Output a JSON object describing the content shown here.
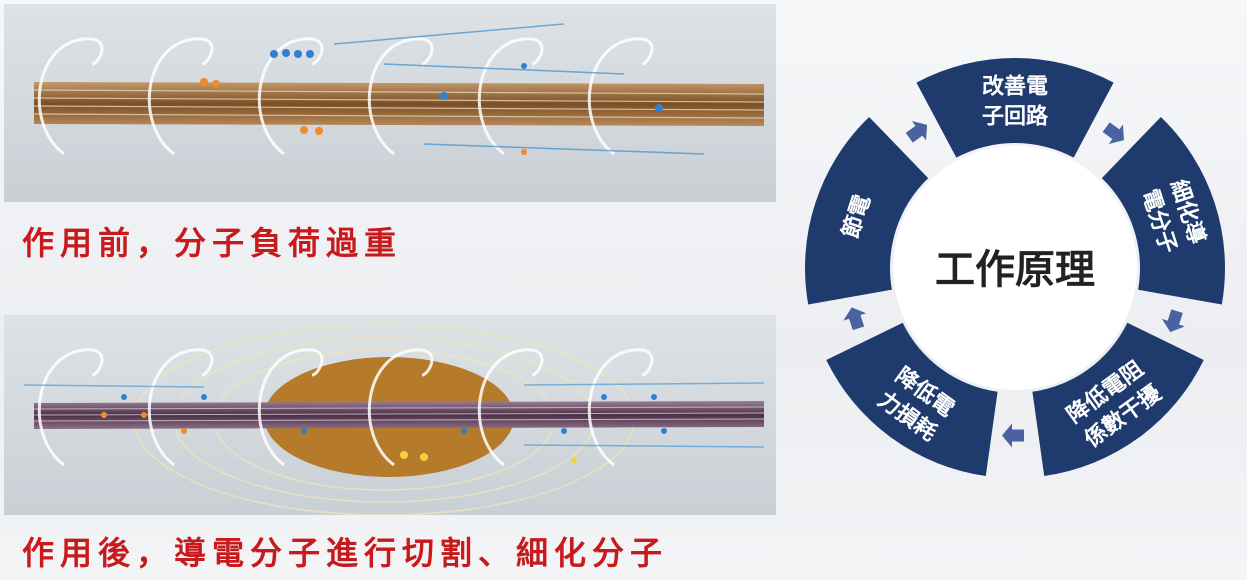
{
  "captions": {
    "before": "作用前，分子負荷過重",
    "after": "作用後，導電分子進行切割、細化分子"
  },
  "cycle": {
    "center": "工作原理",
    "steps": [
      {
        "lines": [
          "改善電",
          "子回路"
        ]
      },
      {
        "lines": [
          "細化導",
          "電分子"
        ]
      },
      {
        "lines": [
          "降低電阻",
          "係數干擾"
        ]
      },
      {
        "lines": [
          "降低電",
          "力損耗"
        ]
      },
      {
        "lines": [
          "節電"
        ]
      }
    ]
  },
  "colors": {
    "cycle_segment": "#1f3b6e",
    "caption": "#c8191d",
    "wire_before": "#8a5a2b",
    "wire_after": "#5a3d55",
    "ellipse": "#b57a2a"
  }
}
